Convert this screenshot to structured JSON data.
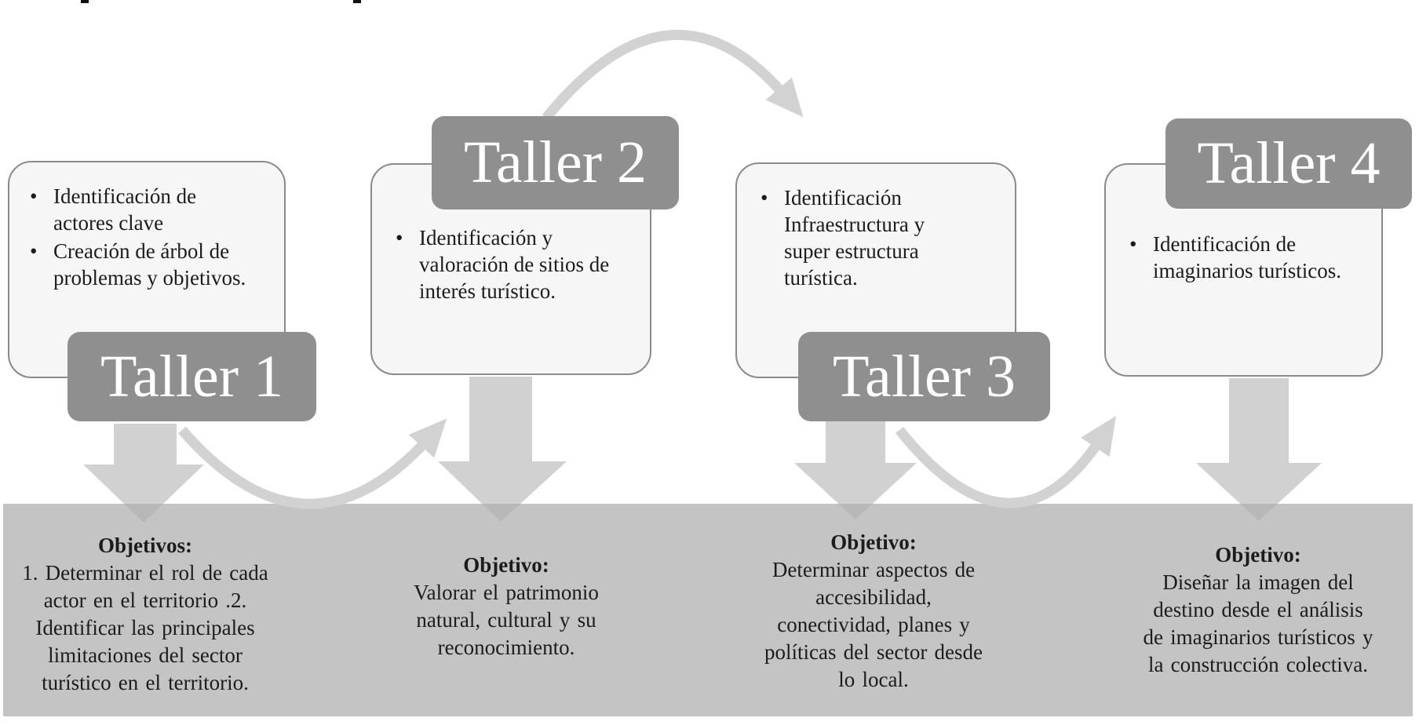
{
  "ui": {
    "bullet": "•"
  },
  "workshops": [
    {
      "badge": "Taller 1",
      "bullets": [
        "Identificación de actores clave",
        "Creación de árbol de problemas y objetivos."
      ],
      "objective_heading": "Objetivos:",
      "objective_text": "1. Determinar el rol de cada actor en el territorio .2. Identificar las principales limitaciones del sector turístico en el territorio."
    },
    {
      "badge": "Taller 2",
      "bullets": [
        "Identificación y valoración de sitios de interés turístico."
      ],
      "objective_heading": "Objetivo:",
      "objective_text": "Valorar el patrimonio natural, cultural y su reconocimiento."
    },
    {
      "badge": "Taller 3",
      "bullets": [
        "Identificación Infraestructura y super estructura turística."
      ],
      "objective_heading": "Objetivo:",
      "objective_text": "Determinar aspectos de accesibilidad, conectividad, planes y políticas del sector desde lo local."
    },
    {
      "badge": "Taller 4",
      "bullets": [
        "Identificación de imaginarios turísticos."
      ],
      "objective_heading": "Objetivo:",
      "objective_text": "Diseñar la imagen del destino desde el análisis de imaginarios turísticos y la construcción colectiva."
    }
  ],
  "colors": {
    "badge_fill": "#8f8f8f",
    "badge_text": "#ffffff",
    "card_fill": "#f6f6f6",
    "card_border": "#8a8a8a",
    "band_fill": "#c4c4c4",
    "arrow_fill": "#d2d2d2",
    "text": "#1c1c1c"
  }
}
